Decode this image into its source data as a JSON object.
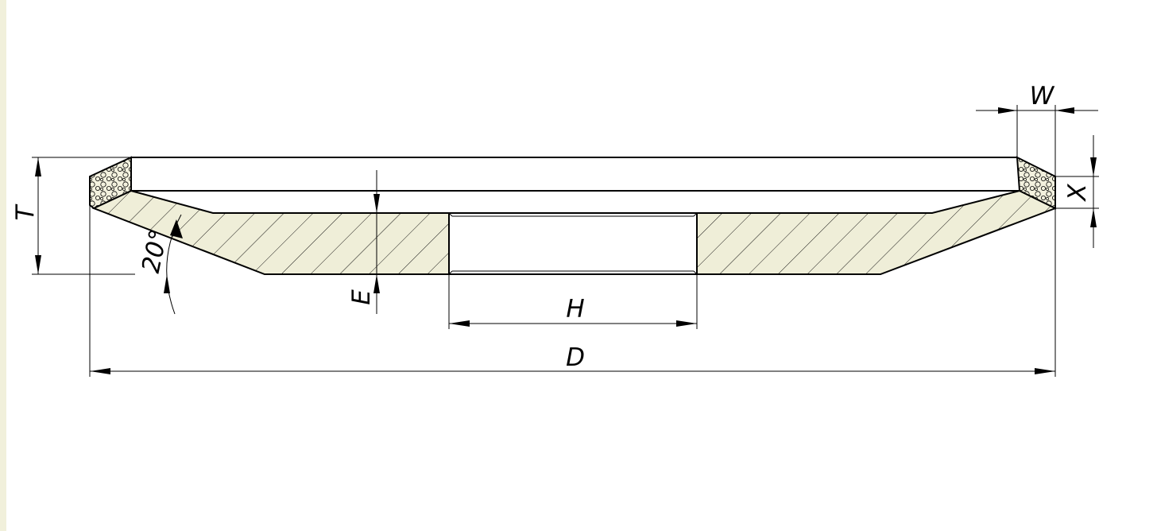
{
  "colors": {
    "background": "#ffffff",
    "left_strip": "#f1f0db",
    "body_fill": "#efeed8",
    "abrasive_fill": "#f3f1de",
    "line": "#000000"
  },
  "labels": {
    "T": "T",
    "W": "W",
    "X": "X",
    "E": "E",
    "H": "H",
    "D": "D",
    "angle": "20°"
  }
}
